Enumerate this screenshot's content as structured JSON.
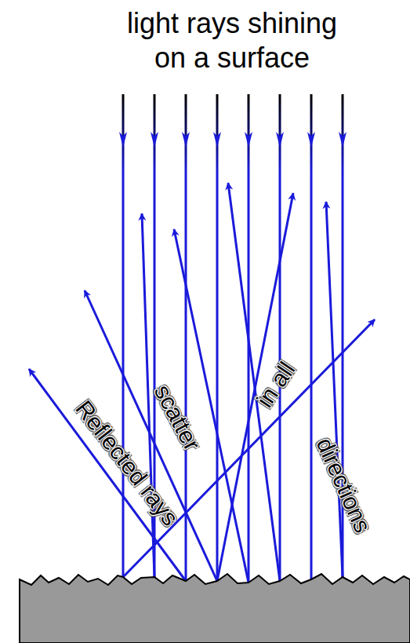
{
  "diagram": {
    "title": "light rays shining on a surface",
    "labels": [
      "Reflected rays",
      "scatter",
      "in all",
      "directions"
    ]
  }
}
